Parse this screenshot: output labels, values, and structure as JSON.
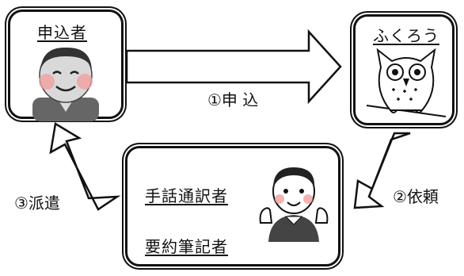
{
  "nodes": {
    "applicant": {
      "label": "申込者"
    },
    "fukurou": {
      "label": "ふくろう"
    },
    "interpreters": {
      "label1": "手話通訳者",
      "label2": "要約筆記者"
    }
  },
  "steps": {
    "apply": "①申 込",
    "request": "②依頼",
    "dispatch": "③派遣"
  }
}
